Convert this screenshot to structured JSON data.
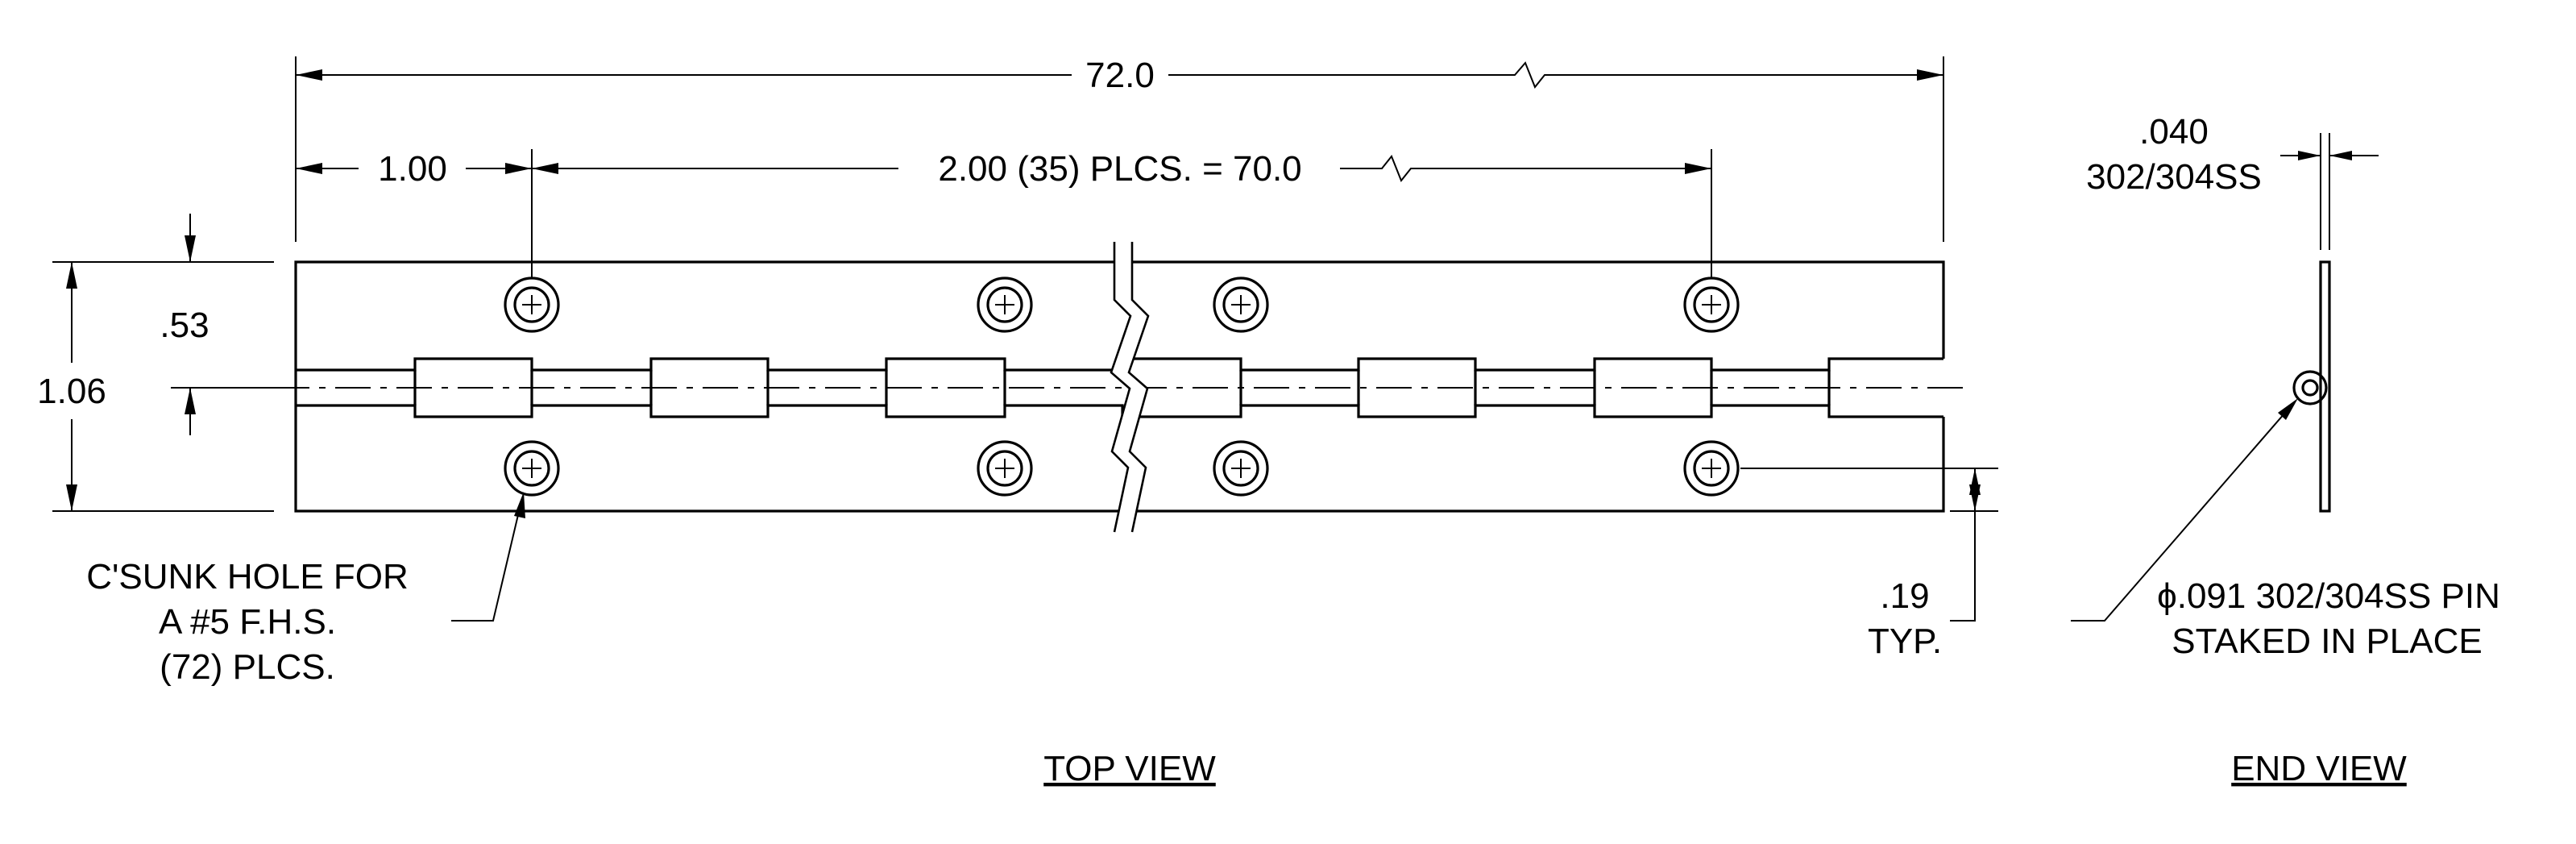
{
  "top_view": {
    "title": "TOP VIEW",
    "overall_length": "72.0",
    "edge_to_first_hole": "1.00",
    "hole_spacing": "2.00 (35) PLCS. = 70.0",
    "leaf_width": ".53",
    "total_width": "1.06",
    "hole_edge_distance": [
      ".19",
      "TYP."
    ],
    "hole_note": [
      "C'SUNK HOLE FOR",
      "A #5 F.H.S.",
      "(72) PLCS."
    ]
  },
  "end_view": {
    "title": "END VIEW",
    "thickness": [
      ".040",
      "302/304SS"
    ],
    "pin_note": [
      "ϕ.091 302/304SS PIN",
      "STAKED IN PLACE"
    ]
  }
}
